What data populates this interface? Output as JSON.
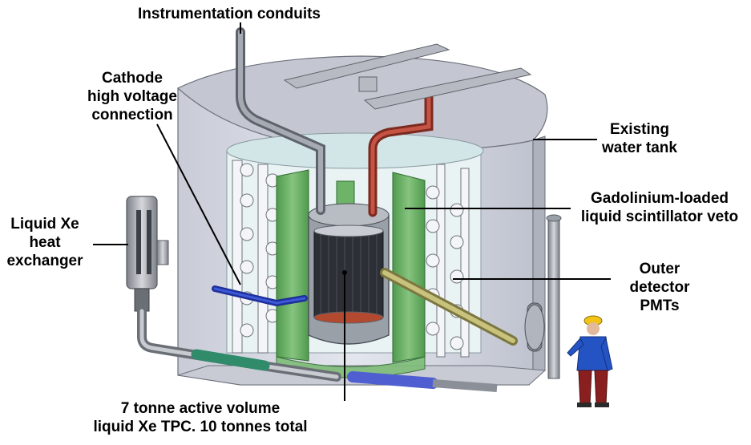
{
  "labels": {
    "instrumentation": [
      "Instrumentation conduits"
    ],
    "cathode": [
      "Cathode",
      "high voltage",
      "connection"
    ],
    "heat_exchanger": [
      "Liquid Xe",
      "heat",
      "exchanger"
    ],
    "water_tank": [
      "Existing",
      "water tank"
    ],
    "veto": [
      "Gadolinium-loaded",
      "liquid scintillator veto"
    ],
    "outer_pmts": [
      "Outer",
      "detector",
      "PMTs"
    ],
    "tpc": [
      "7 tonne active volume",
      "liquid Xe TPC. 10 tonnes total"
    ]
  },
  "colors": {
    "tank": "#d9dce6",
    "tank_shadow": "#b7bbc8",
    "water": "#dff0f0",
    "veto_green": "#6fb36a",
    "cryostat": "#8d9299",
    "tpc_core": "#2a2d33",
    "copper_pipe": "#b84a3c",
    "blue_pipe": "#2a46c8",
    "olive_pipe": "#b9b46a",
    "worker_shirt": "#2454c4",
    "worker_pants": "#8a1f1f",
    "helmet": "#f2c418"
  }
}
